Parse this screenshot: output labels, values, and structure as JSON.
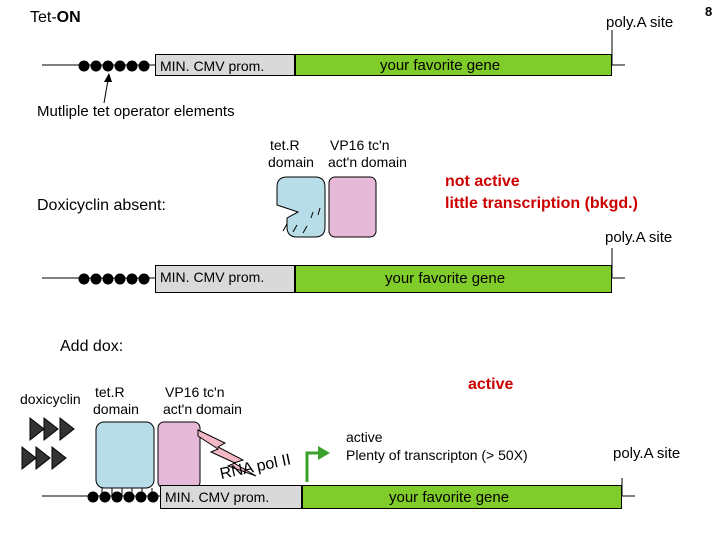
{
  "slide_number": "8",
  "title": {
    "prefix": "Tet-",
    "bold": "ON"
  },
  "construct": {
    "polya_label": "poly.A site",
    "promoter_label": "MIN. CMV prom.",
    "gene_label": "your favorite gene",
    "operator_caption": "Mutliple tet operator elements"
  },
  "absent": {
    "tetr_label_1": "tet.R",
    "tetr_label_2": "domain",
    "vp16_label_1": "VP16 tc'n",
    "vp16_label_2": "act'n domain",
    "condition_label": "Doxicyclin absent:",
    "status_line_1": "not active",
    "status_line_2": "little transcription (bkgd.)",
    "polya_label": "poly.A site",
    "promoter_label": "MIN. CMV prom.",
    "gene_label": "your favorite gene"
  },
  "present": {
    "condition_label": "Add dox:",
    "dox_label": "doxicyclin",
    "tetr_label_1": "tet.R",
    "tetr_label_2": "domain",
    "vp16_label_1": "VP16 tc'n",
    "vp16_label_2": "act'n domain",
    "status_heading": "active",
    "status_line_1": "active",
    "status_line_2": "Plenty of transcripton (> 50X)",
    "rna_pol_label": "RNA pol II",
    "polya_label": "poly.A site",
    "promoter_label": "MIN. CMV prom.",
    "gene_label": "your favorite gene"
  },
  "colors": {
    "gene_fill": "#7fcc2a",
    "promoter_fill": "#d9d9d9",
    "tetr_fill": "#b7dde8",
    "vp16_fill": "#e6b9d8",
    "status_red": "#cc0000",
    "arrow_green": "#3aa12b",
    "bolt_fill": "#f2b8c6"
  }
}
